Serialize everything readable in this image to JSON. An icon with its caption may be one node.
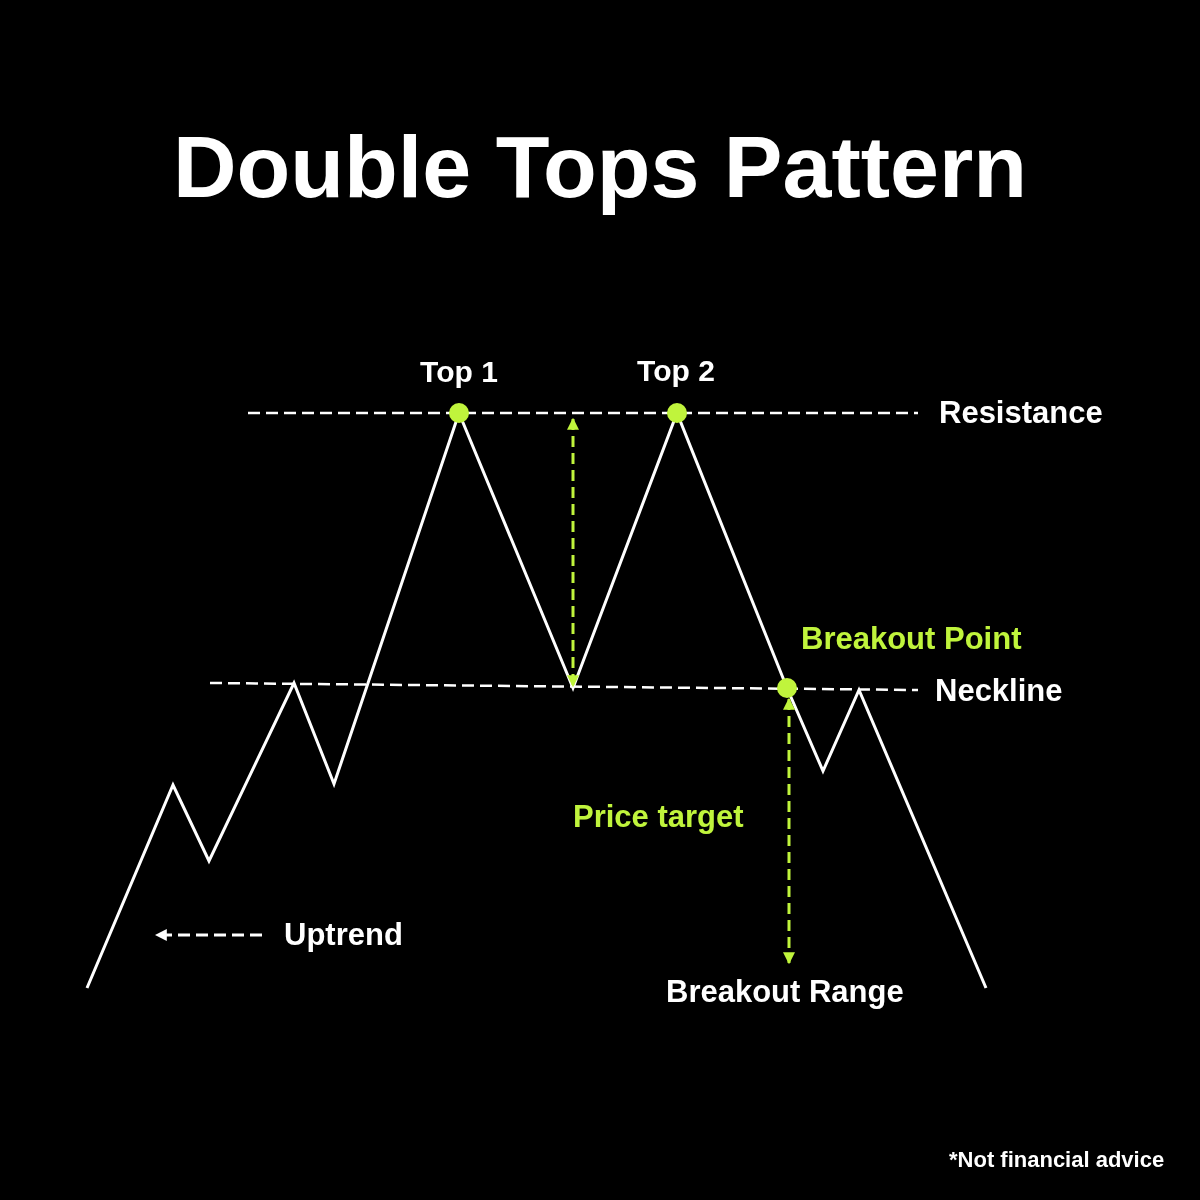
{
  "diagram": {
    "title": "Double Tops Pattern",
    "labels": [
      "Top 1",
      "Top 2",
      "Resistance",
      "Breakout Point",
      "Neckline",
      "Price target",
      "Uptrend",
      "Breakout Range",
      "*Not financial advice"
    ]
  }
}
